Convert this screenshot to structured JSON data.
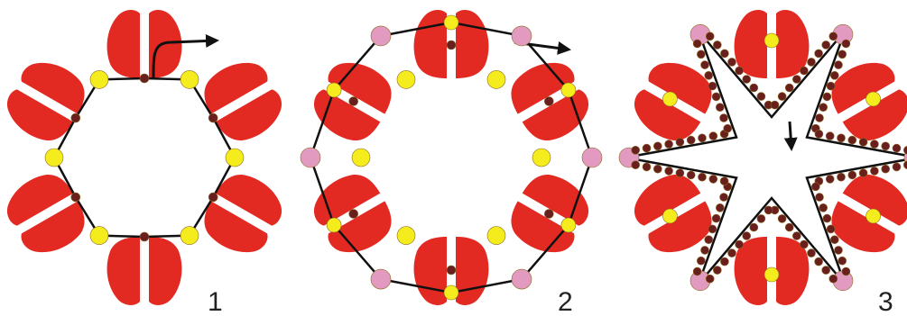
{
  "diagram": {
    "colors": {
      "petal": "#e32a22",
      "bead_yellow": "#f5ec1e",
      "bead_pink": "#e39ac0",
      "bead_dark": "#6a1f1f",
      "thread": "#111111"
    },
    "steps": [
      {
        "label": "1",
        "petal_count": 6,
        "outer_beads": "none",
        "thread_path": "inner-ring"
      },
      {
        "label": "2",
        "petal_count": 6,
        "outer_beads": "pink",
        "thread_path": "outer-ring"
      },
      {
        "label": "3",
        "petal_count": 6,
        "outer_beads": "pink",
        "thread_path": "star"
      }
    ]
  }
}
